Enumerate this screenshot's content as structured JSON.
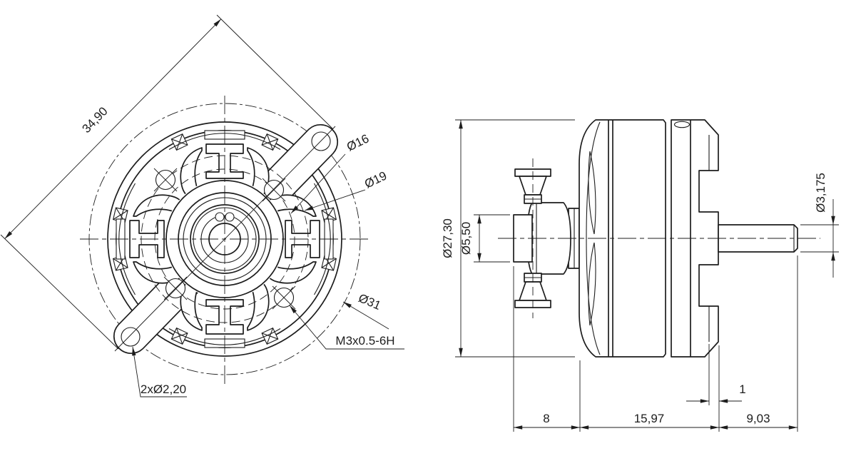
{
  "colors": {
    "ink": "#1d1d1d",
    "paper": "#ffffff"
  },
  "front_view": {
    "dim_diagonal": "34,90",
    "dim_bolt_circle_16": "Ø16",
    "dim_bolt_circle_19": "Ø19",
    "dim_outer_31": "Ø31",
    "dim_thread": "M3x0.5-6H",
    "dim_arm_holes": "2xØ2,20"
  },
  "side_view": {
    "dim_bell_diameter": "Ø27,30",
    "dim_collet_diameter": "Ø5,50",
    "dim_shaft_diameter": "Ø3,175",
    "dim_adapter_length": "8",
    "dim_body_length": "15,97",
    "dim_shaft_length": "9,03",
    "dim_rear_step": "1"
  }
}
